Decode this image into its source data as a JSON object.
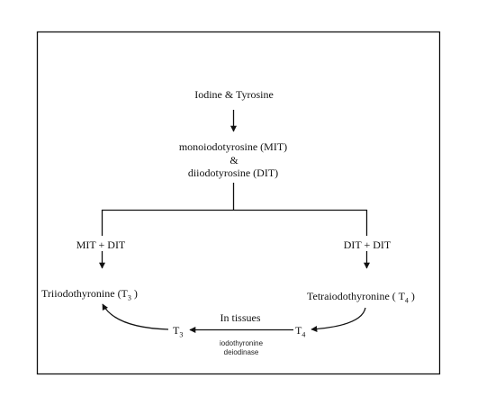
{
  "nodes": {
    "source": "Iodine & Tyrosine",
    "mit": "monoiodotyrosine (MIT)",
    "and": "&",
    "dit": "diiodotyrosine (DIT)",
    "left_combo": "MIT  + DIT",
    "right_combo": "DIT  +  DIT",
    "t3_name": "Triiodothyronine   (T",
    "t3_name_sub": "3",
    "t3_name_close": ")",
    "t4_name": "Tetraiodothyronine ( T",
    "t4_name_sub": "4",
    "t4_name_close": ")",
    "t3_short": "T",
    "t3_short_sub": "3",
    "t4_short": "T",
    "t4_short_sub": "4"
  },
  "conversion": {
    "site": "In tissues",
    "enzyme_line1": "iodothyronine",
    "enzyme_line2": "deiodinase"
  },
  "colors": {
    "stroke": "#111111",
    "text": "#111111"
  }
}
